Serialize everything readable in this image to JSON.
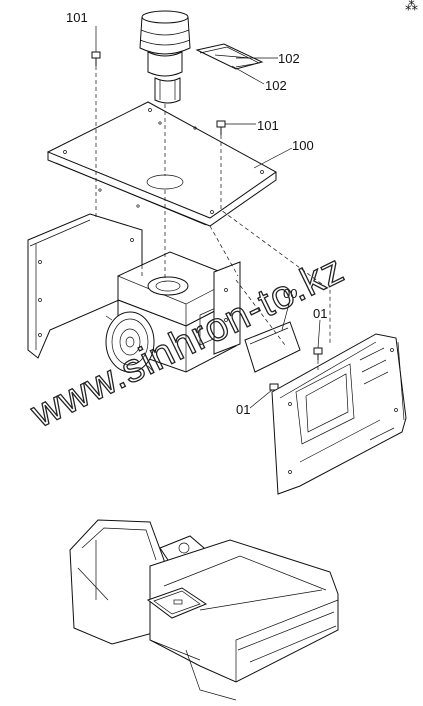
{
  "labels": {
    "l101a": "101",
    "l102a": "102",
    "l102b": "102",
    "l101b": "101",
    "l100": "100",
    "l00": "00",
    "l01a": "01",
    "l01b": "01"
  },
  "watermark": "www.sinhron-to.kz",
  "corner_mark": "⁂"
}
